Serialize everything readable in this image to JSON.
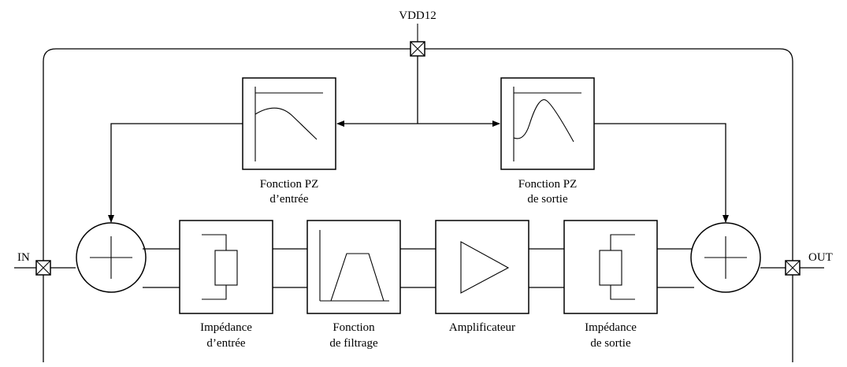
{
  "supply": {
    "label": "VDD12"
  },
  "ports": {
    "input": "IN",
    "output": "OUT"
  },
  "pz_blocks": {
    "input": {
      "line1": "Fonction PZ",
      "line2": "d’entrée"
    },
    "output": {
      "line1": "Fonction PZ",
      "line2": "de sortie"
    }
  },
  "chain": [
    {
      "line1": "Impédance",
      "line2": "d’entrée"
    },
    {
      "line1": "Fonction",
      "line2": "de filtrage"
    },
    {
      "line1": "Amplificateur",
      "line2": ""
    },
    {
      "line1": "Impédance",
      "line2": "de sortie"
    }
  ]
}
